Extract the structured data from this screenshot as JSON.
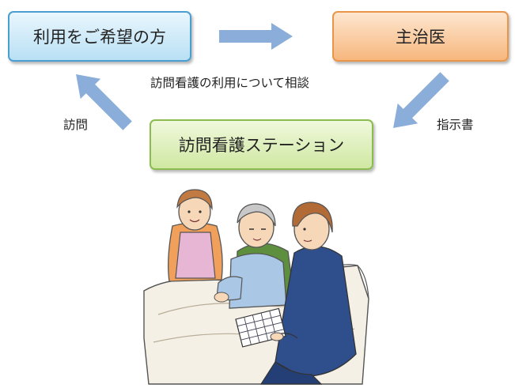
{
  "boxes": {
    "user": "利用をご希望の方",
    "doctor": "主治医",
    "station": "訪問看護ステーション"
  },
  "labels": {
    "consult": "訪問看護の利用について相談",
    "visit": "訪問",
    "order": "指示書"
  },
  "colors": {
    "arrow": "#8aaed9",
    "user_border": "#4a9fd0",
    "doctor_border": "#e9964b",
    "station_border": "#8cbc4f"
  },
  "illustration": {
    "icon": "home-nursing-visit-illustration"
  }
}
